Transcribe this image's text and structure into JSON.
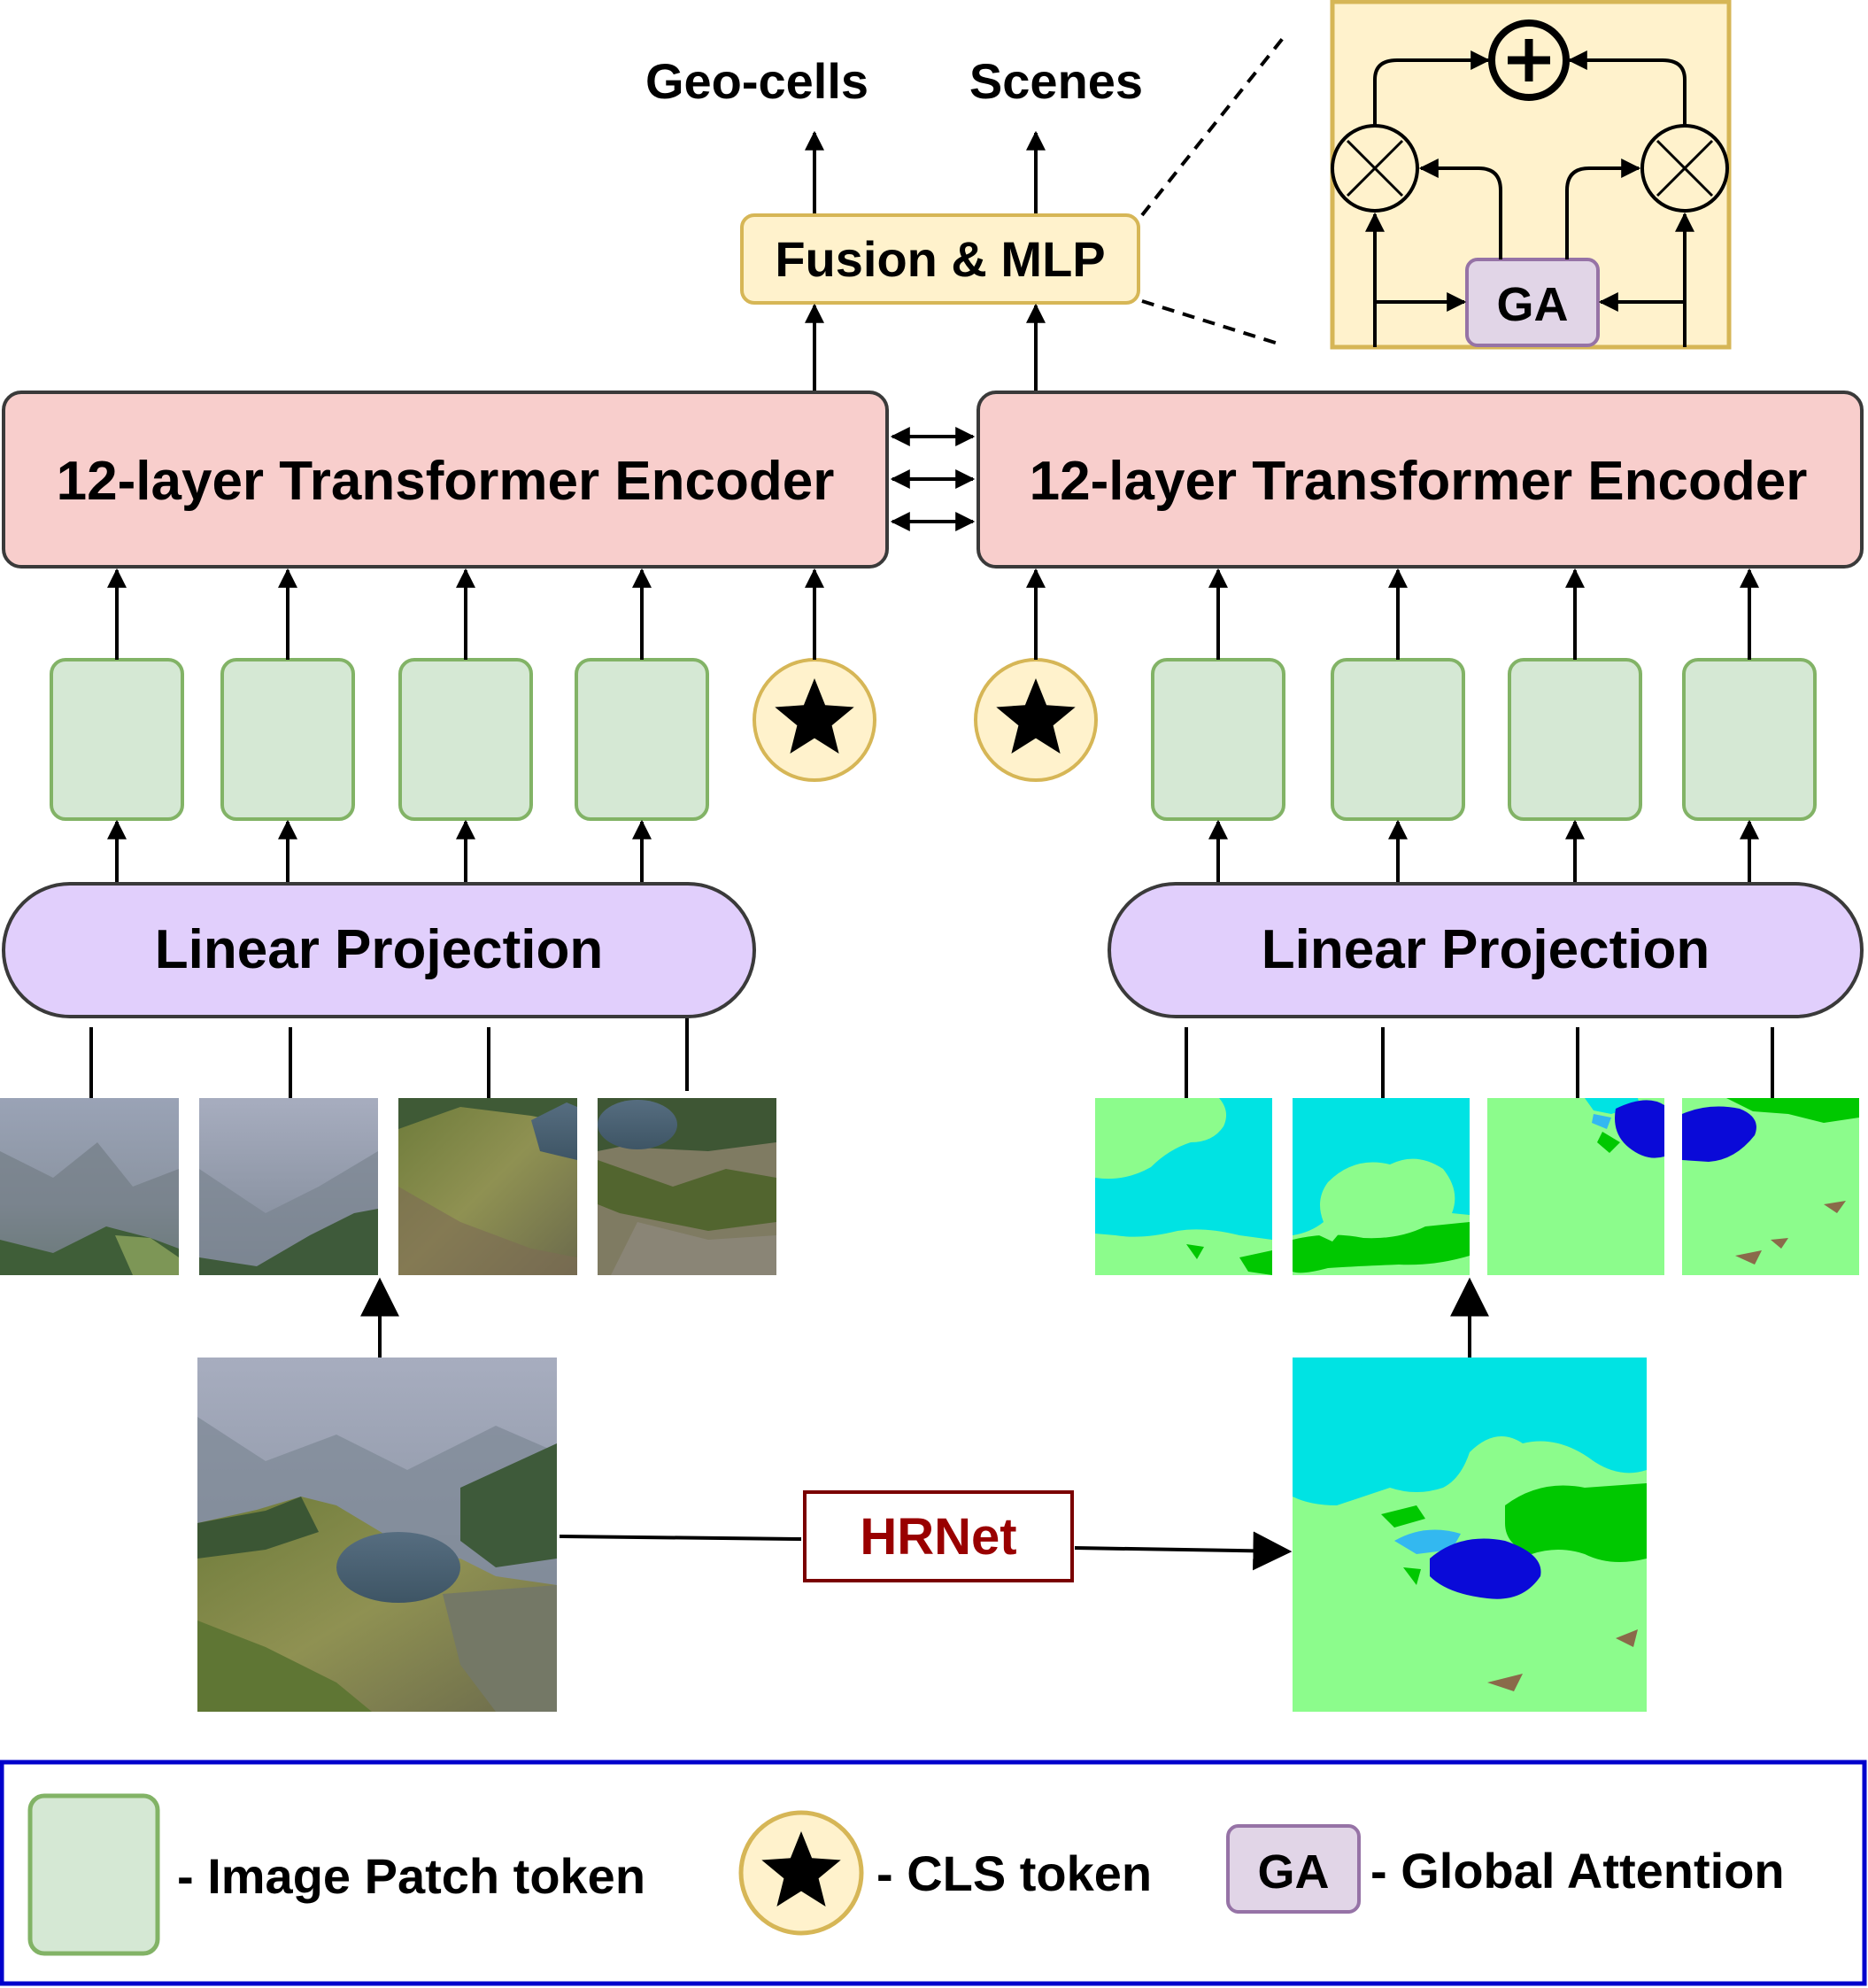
{
  "outputs": {
    "geo_cells": "Geo-cells",
    "scenes": "Scenes"
  },
  "fusion": {
    "label": "Fusion & MLP"
  },
  "encoders": {
    "left": "12-layer Transformer Encoder",
    "right": "12-layer Transformer Encoder"
  },
  "projections": {
    "left": "Linear Projection",
    "right": "Linear Projection"
  },
  "ga_detail": {
    "ga_label": "GA"
  },
  "segmenter": {
    "label": "HRNet"
  },
  "legend": {
    "patch_token": "- Image Patch token",
    "cls_token": "- CLS token",
    "ga_box": "GA",
    "ga_text": "- Global Attention"
  },
  "colors": {
    "encoder_fill": "#f8cecc",
    "patch_fill": "#d5e8d4",
    "patch_stroke": "#82b366",
    "cls_fill": "#fff2cc",
    "cls_stroke": "#d6b656",
    "projection_fill": "#e1cffc",
    "fusion_fill": "#fff2cc",
    "ga_fill": "#e1d5e7",
    "ga_stroke": "#9673a6",
    "hrnet_text": "#990000",
    "legend_border": "#0000cc",
    "seg_sky": "#00e3e3",
    "seg_grass": "#8cfc8c",
    "seg_tree": "#00c800",
    "seg_water": "#0a0ad8"
  }
}
